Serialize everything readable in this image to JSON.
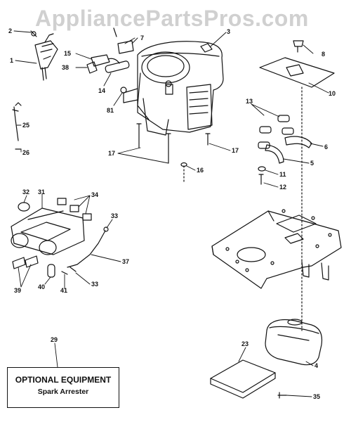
{
  "watermark": "AppliancePartsPros.com",
  "optional_box": {
    "callout": "29",
    "title": "OPTIONAL EQUIPMENT",
    "subtitle": "Spark Arrester"
  },
  "callouts": [
    "1",
    "2",
    "3",
    "4",
    "5",
    "6",
    "7",
    "8",
    "10",
    "11",
    "12",
    "13",
    "14",
    "15",
    "16",
    "17",
    "23",
    "25",
    "26",
    "31",
    "32",
    "33",
    "34",
    "35",
    "37",
    "38",
    "39",
    "40",
    "41",
    "81"
  ],
  "colors": {
    "line": "#111111",
    "watermark": "#d0d0d0",
    "background": "#ffffff"
  }
}
